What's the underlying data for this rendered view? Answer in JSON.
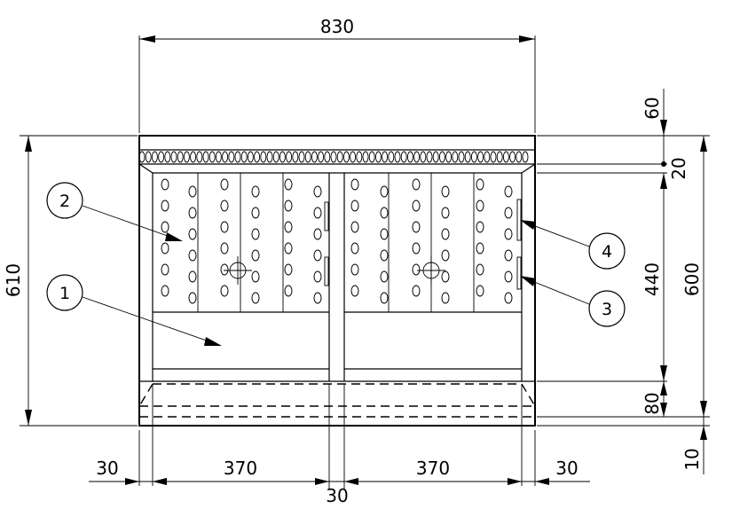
{
  "dimensions": {
    "overall_width": "830",
    "overall_height": "610",
    "top_band": "60",
    "rail": "20",
    "inner_height": "440",
    "cabinet_height": "600",
    "base_height": "80",
    "bottom_gap": "10",
    "side_left": "30",
    "bay_left": "370",
    "center_post": "30",
    "bay_right": "370",
    "side_right": "30"
  },
  "callouts": [
    {
      "id": "1",
      "label": "1"
    },
    {
      "id": "2",
      "label": "2"
    },
    {
      "id": "3",
      "label": "3"
    },
    {
      "id": "4",
      "label": "4"
    }
  ]
}
